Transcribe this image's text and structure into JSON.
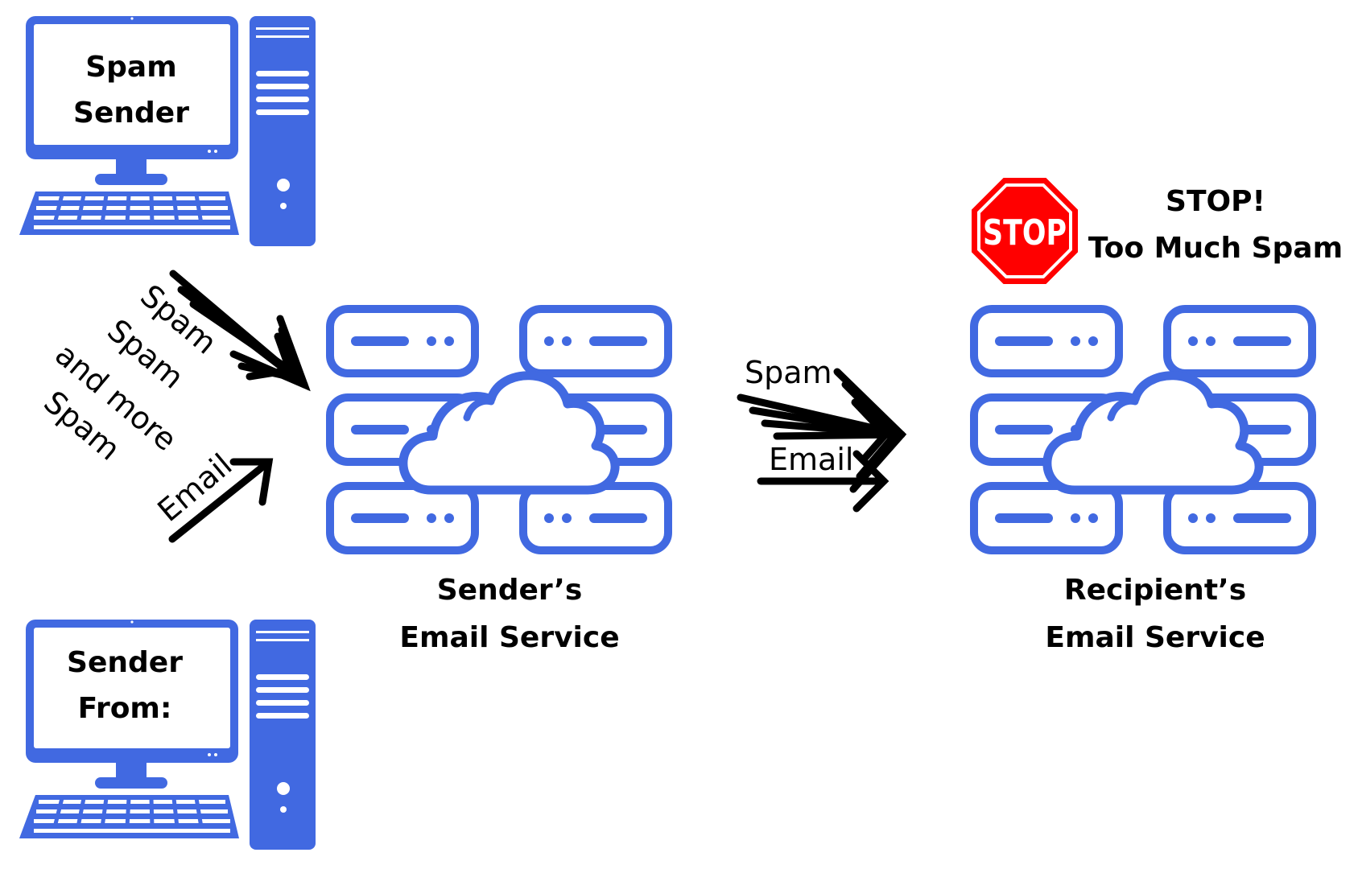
{
  "colors": {
    "icon": "#4169E1",
    "arrow": "#000000",
    "stop_fill": "#FF0000",
    "stop_text": "#FFFFFF"
  },
  "computers": {
    "spam_sender": {
      "line1": "Spam",
      "line2": "Sender"
    },
    "sender": {
      "line1": "Sender",
      "line2": "From:"
    }
  },
  "servers": {
    "senders": {
      "line1": "Sender’s",
      "line2": "Email Service"
    },
    "recipients": {
      "line1": "Recipient’s",
      "line2": "Email Service"
    }
  },
  "stop": {
    "sign": "STOP",
    "line1": "STOP!",
    "line2": "Too Much Spam"
  },
  "flow_labels": {
    "spam1": "Spam",
    "spam2": "Spam",
    "and_more": "and more",
    "spam3": "Spam",
    "email_up": "Email",
    "spam_mid": "Spam",
    "email_mid": "Email"
  }
}
